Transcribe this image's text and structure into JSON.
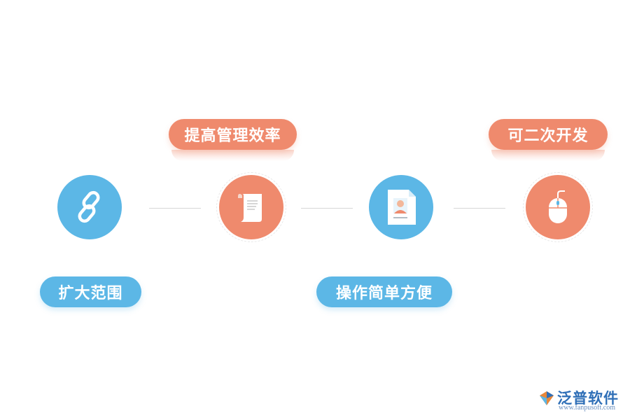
{
  "labels": {
    "top": [
      "提高管理效率",
      "可二次开发"
    ],
    "bottom": [
      "扩大范围",
      "操作简单方便"
    ]
  },
  "icons": [
    "link-icon",
    "scroll-document-icon",
    "profile-document-icon",
    "mouse-icon"
  ],
  "colors": {
    "coral": "#ef8a6d",
    "blue": "#5cb7e6"
  },
  "brand": {
    "name": "泛普软件",
    "url": "www.fanpusoft.com"
  }
}
